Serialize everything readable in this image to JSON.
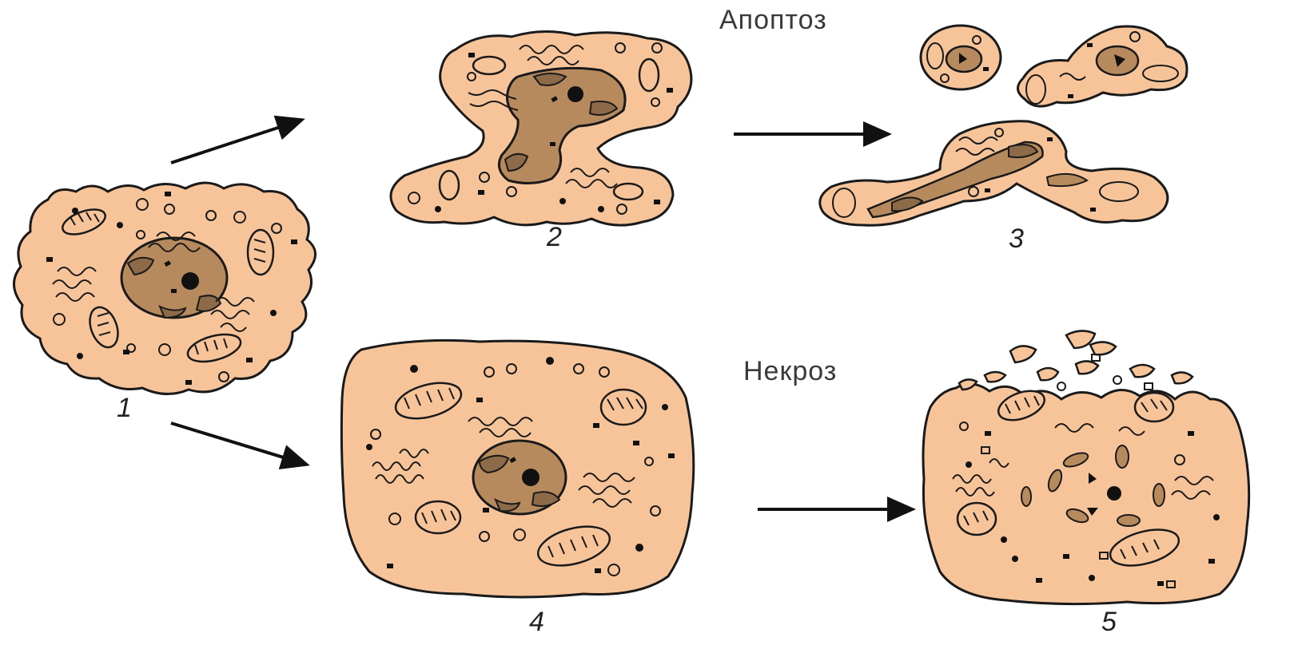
{
  "labels": {
    "apoptosis": "Апоптоз",
    "necrosis": "Некроз"
  },
  "stage_numbers": [
    "1",
    "2",
    "3",
    "4",
    "5"
  ],
  "colors": {
    "cytoplasm": "#f7c49a",
    "nucleus": "#b78a5e",
    "nucleus_dark": "#8d6a48",
    "outline": "#1a1a1a"
  }
}
